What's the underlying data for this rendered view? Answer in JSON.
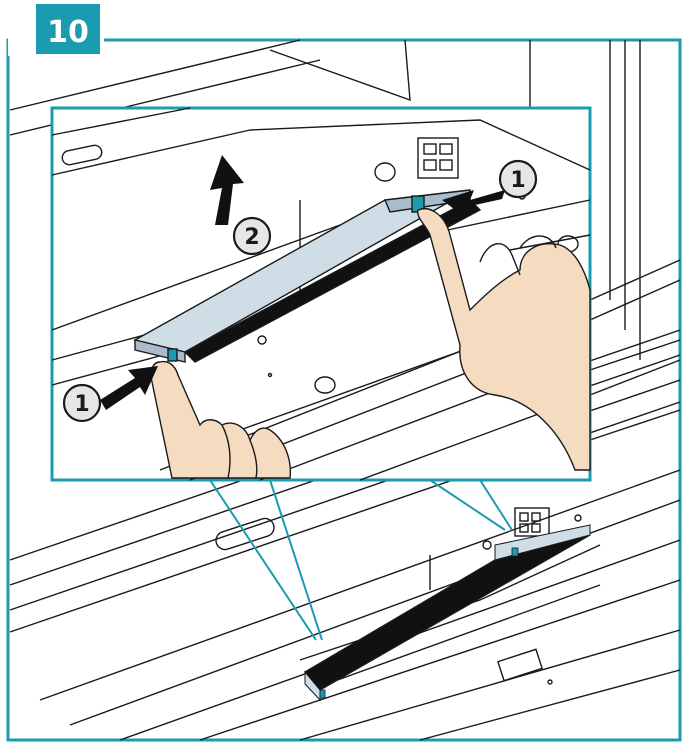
{
  "step": {
    "number": "10"
  },
  "callouts": [
    {
      "id": "press-left",
      "label": "1"
    },
    {
      "id": "press-right",
      "label": "1"
    },
    {
      "id": "lift",
      "label": "2"
    }
  ],
  "colors": {
    "accent": "#1a9bb0",
    "panel": "#cfdde6",
    "panel_shadow": "#a9bccb",
    "skin": "#f5dcc0",
    "line": "#1a1a1a",
    "filter": "#111111"
  }
}
